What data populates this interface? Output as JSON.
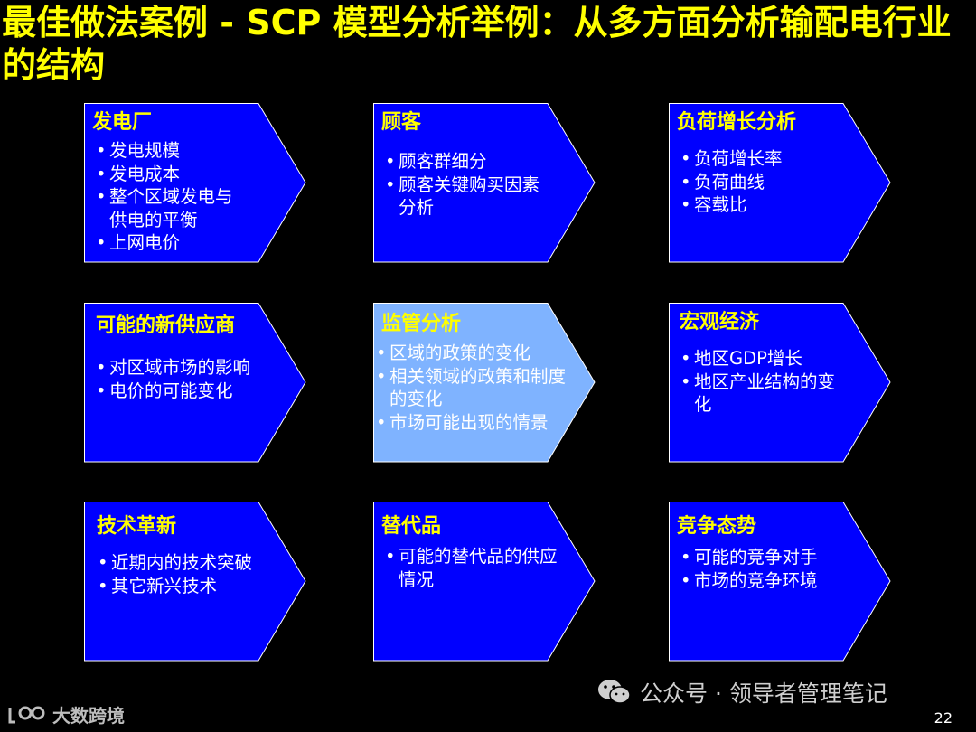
{
  "slide": {
    "title": "最佳做法案例 -  SCP 模型分析举例：从多方面分析输配电行业的结构",
    "page_number": "22"
  },
  "colors": {
    "box_fill": "#0000FF",
    "box_fill_highlight": "#7FB3FF",
    "box_border": "#FFFFFF",
    "heading": "#FFFF00",
    "bullet_text": "#FFFFFF",
    "background": "#000000"
  },
  "boxes": [
    {
      "heading": "发电厂",
      "bullets": [
        "发电规模",
        "发电成本",
        "整个区域发电与供电的平衡",
        "上网电价"
      ]
    },
    {
      "heading": "顾客",
      "bullets": [
        "顾客群细分",
        "顾客关键购买因素分析"
      ]
    },
    {
      "heading": "负荷增长分析",
      "bullets": [
        "负荷增长率",
        "负荷曲线",
        "容载比"
      ]
    },
    {
      "heading": "可能的新供应商",
      "bullets": [
        "对区域市场的影响",
        "电价的可能变化"
      ]
    },
    {
      "heading": "监管分析",
      "highlighted": true,
      "bullets": [
        "区域的政策的变化",
        "相关领域的政策和制度的变化",
        "市场可能出现的情景"
      ]
    },
    {
      "heading": "宏观经济",
      "bullets": [
        "地区GDP增长",
        "地区产业结构的变化"
      ]
    },
    {
      "heading": "技术革新",
      "bullets": [
        "近期内的技术突破",
        "其它新兴技术"
      ]
    },
    {
      "heading": "替代品",
      "bullets": [
        "可能的替代品的供应情况"
      ]
    },
    {
      "heading": "竞争态势",
      "bullets": [
        "可能的竞争对手",
        "市场的竞争环境"
      ]
    }
  ],
  "watermarks": {
    "wechat_text": "公众号 · 领导者管理笔记",
    "wechat_icon": "wechat-icon",
    "brand_text": "大数跨境",
    "brand_icon": "brand-logo-icon"
  }
}
